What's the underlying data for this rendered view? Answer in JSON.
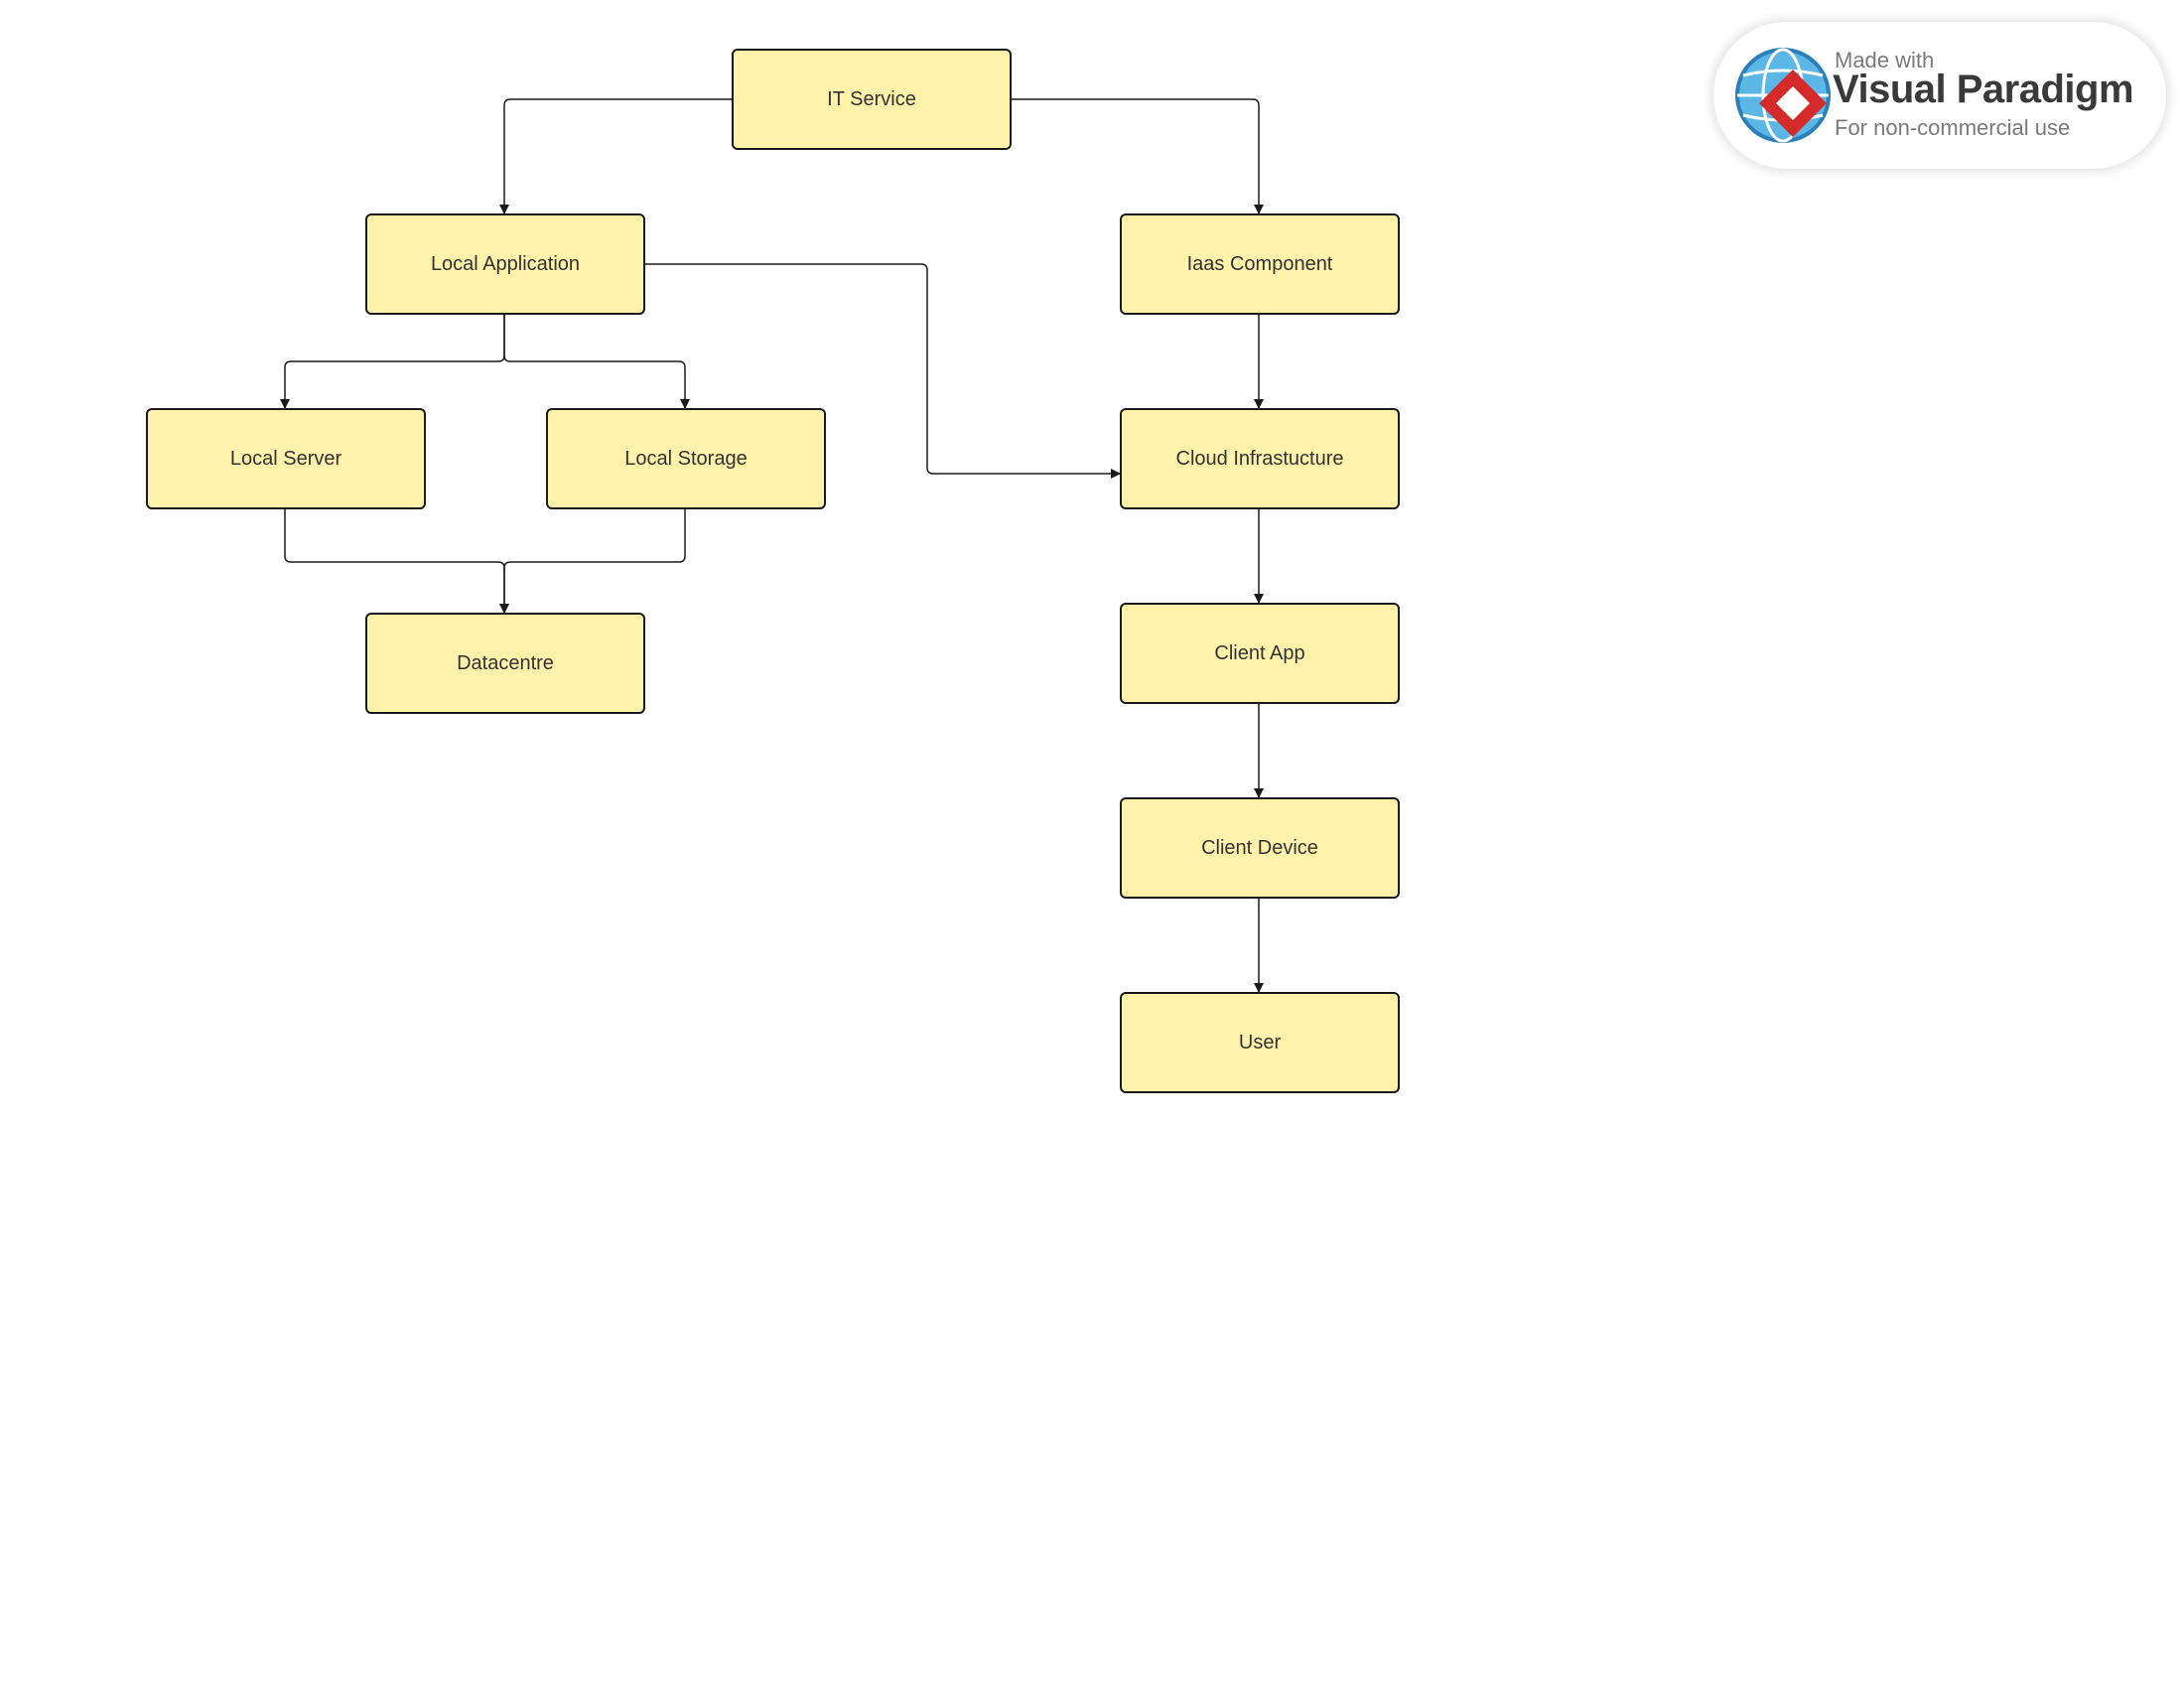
{
  "diagram": {
    "nodes": [
      {
        "id": "it-service",
        "label": "IT Service"
      },
      {
        "id": "local-application",
        "label": "Local Application"
      },
      {
        "id": "iaas-component",
        "label": "Iaas Component"
      },
      {
        "id": "local-server",
        "label": "Local Server"
      },
      {
        "id": "local-storage",
        "label": "Local Storage"
      },
      {
        "id": "cloud-infrastucture",
        "label": "Cloud Infrastucture"
      },
      {
        "id": "datacentre",
        "label": "Datacentre"
      },
      {
        "id": "client-app",
        "label": "Client App"
      },
      {
        "id": "client-device",
        "label": "Client Device"
      },
      {
        "id": "user",
        "label": "User"
      }
    ],
    "edges": [
      {
        "from": "it-service",
        "to": "local-application"
      },
      {
        "from": "it-service",
        "to": "iaas-component"
      },
      {
        "from": "local-application",
        "to": "local-server"
      },
      {
        "from": "local-application",
        "to": "local-storage"
      },
      {
        "from": "local-application",
        "to": "cloud-infrastucture"
      },
      {
        "from": "local-server",
        "to": "datacentre"
      },
      {
        "from": "local-storage",
        "to": "datacentre"
      },
      {
        "from": "iaas-component",
        "to": "cloud-infrastucture"
      },
      {
        "from": "cloud-infrastucture",
        "to": "client-app"
      },
      {
        "from": "client-app",
        "to": "client-device"
      },
      {
        "from": "client-device",
        "to": "user"
      }
    ],
    "colors": {
      "node_fill": "#fff2ab",
      "node_stroke": "#1a1a1a",
      "text": "#333333"
    }
  },
  "watermark": {
    "small": "Made with",
    "brand": "Visual Paradigm",
    "note": "For non-commercial use",
    "icon": "globe-logo-icon"
  }
}
